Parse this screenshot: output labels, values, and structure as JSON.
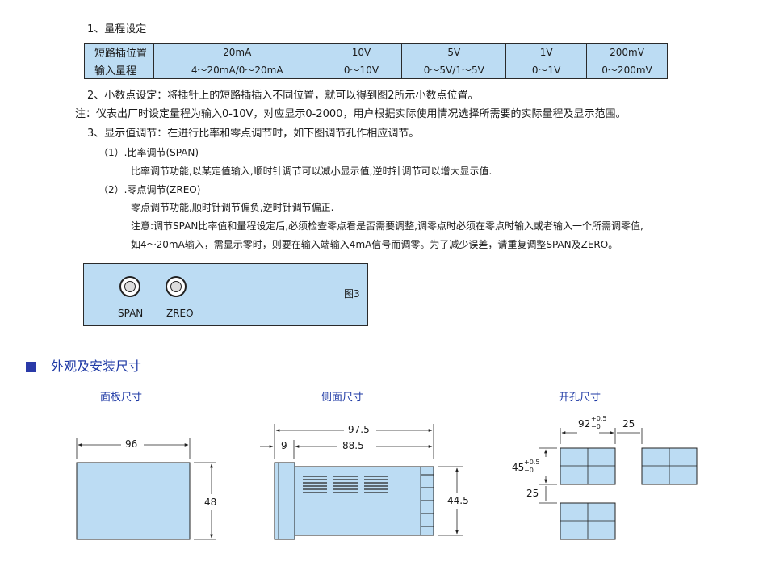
{
  "range": {
    "heading": "1、量程设定",
    "row_labels": [
      "短路插位置",
      "输入量程"
    ],
    "positions": [
      "20mA",
      "10V",
      "5V",
      "1V",
      "200mV"
    ],
    "ranges": [
      "4～20mA/0～20mA",
      "0～10V",
      "0～5V/1～5V",
      "0～1V",
      "0～200mV"
    ]
  },
  "decimal": {
    "text": "2、小数点设定：将插针上的短路插插入不同位置，就可以得到图2所示小数点位置。",
    "note": "注：仪表出厂时设定量程为输入0-10V，对应显示0-2000，用户根据实际使用情况选择所需要的实际量程及显示范围。"
  },
  "display_adjust": {
    "heading": "3、显示值调节：在进行比率和零点调节时，如下图调节孔作相应调节。",
    "span_title": "（1）.比率调节(SPAN)",
    "span_text": "比率调节功能,以某定值输入,顺时针调节可以减小显示值,逆时针调节可以增大显示值.",
    "zero_title": "（2）.零点调节(ZREO)",
    "zero_text": "零点调节功能,顺时针调节偏负,逆时针调节偏正.",
    "zero_note_1": "注意:调节SPAN比率值和量程设定后,必须检查零点看是否需要调整,调零点时必须在零点时输入或者输入一个所需调零值,",
    "zero_note_2": "如4～20mA输入，需显示零时，则要在输入端输入4mA信号而调零。为了减少误差，请重复调整SPAN及ZERO。"
  },
  "figure3": {
    "span_label": "SPAN",
    "zero_label": "ZREO",
    "caption": "图3"
  },
  "dimensions": {
    "section_title": "外观及安装尺寸",
    "panel": {
      "title": "面板尺寸",
      "width": "96",
      "height": "48"
    },
    "side": {
      "title": "侧面尺寸",
      "total": "97.5",
      "front": "9",
      "body": "88.5",
      "height": "44.5"
    },
    "cutout": {
      "title": "开孔尺寸",
      "width": "92",
      "width_tol_plus": "+0.5",
      "width_tol_minus": "−0",
      "gap_h": "25",
      "height": "45",
      "height_tol_plus": "+0.5",
      "height_tol_minus": "−0",
      "gap_v": "25"
    }
  },
  "colors": {
    "panel_fill": "#bcdcf3",
    "section_blue": "#1f3aa5",
    "section_mark": "#2a3aa8"
  }
}
